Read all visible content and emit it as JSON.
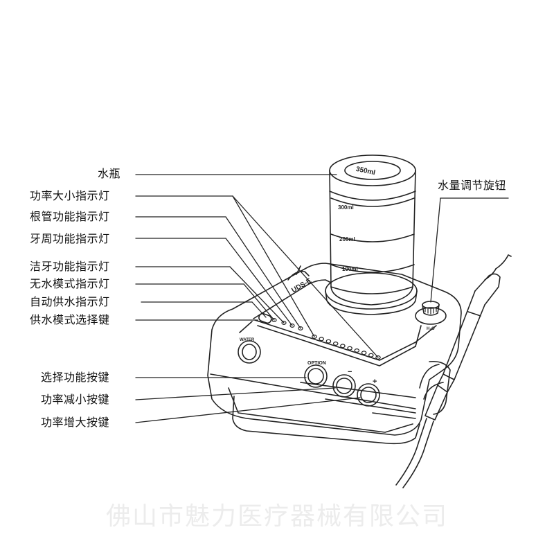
{
  "labels_left": [
    {
      "id": "bottle",
      "text": "水瓶"
    },
    {
      "id": "power-level-indicator",
      "text": "功率大小指示灯"
    },
    {
      "id": "endo-indicator",
      "text": "根管功能指示灯"
    },
    {
      "id": "perio-indicator",
      "text": "牙周功能指示灯"
    },
    {
      "id": "scaling-indicator",
      "text": "洁牙功能指示灯"
    },
    {
      "id": "no-water-indicator",
      "text": "无水模式指示灯"
    },
    {
      "id": "auto-water-indicator",
      "text": "自动供水指示灯"
    },
    {
      "id": "water-mode-key",
      "text": "供水模式选择键"
    },
    {
      "id": "option-key",
      "text": "选择功能按键"
    },
    {
      "id": "power-down-key",
      "text": "功率减小按键"
    },
    {
      "id": "power-up-key",
      "text": "功率增大按键"
    }
  ],
  "label_right": {
    "id": "water-knob",
    "text": "水量调节旋钮"
  },
  "device": {
    "bottle_capacity": "350ml",
    "scale_marks": [
      "300ml",
      "200ml",
      "100ml"
    ],
    "model_text": "UDS-E",
    "water_button": "WATER",
    "option_button": "OPTION",
    "minus_sign": "−",
    "plus_sign": "+",
    "knob_label": "H₂O",
    "power_led_count": 10
  },
  "watermark": "佛山市魅力医疗器械有限公司"
}
